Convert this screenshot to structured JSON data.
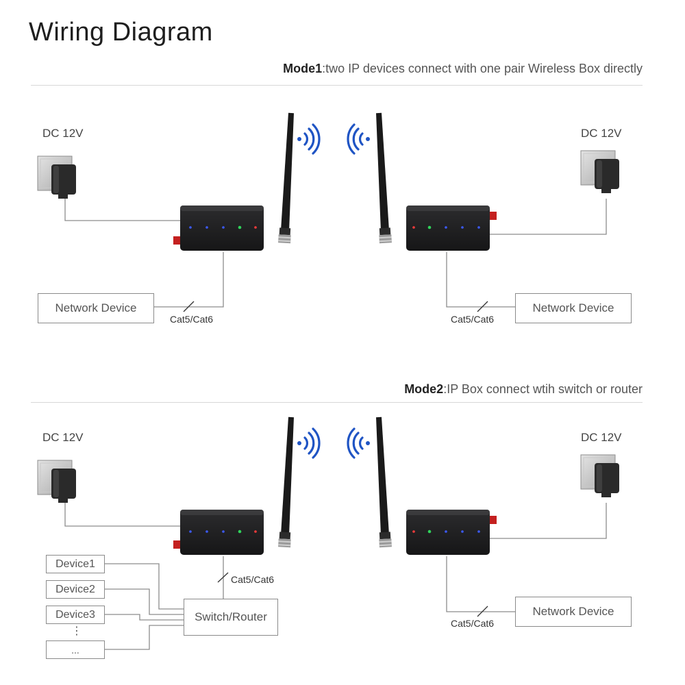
{
  "title": "Wiring Diagram",
  "mode1": {
    "name": "Mode1",
    "description": ":two IP devices connect with one pair Wireless Box directly",
    "left_power": "DC 12V",
    "right_power": "DC 12V",
    "left_device": "Network Device",
    "right_device": "Network Device",
    "left_cable": "Cat5/Cat6",
    "right_cable": "Cat5/Cat6"
  },
  "mode2": {
    "name": "Mode2",
    "description": ":IP Box connect wtih switch or router",
    "left_power": "DC 12V",
    "right_power": "DC 12V",
    "devices": [
      "Device1",
      "Device2",
      "Device3"
    ],
    "ellipsis_vertical": "⋮",
    "ellipsis_box": "...",
    "switch": "Switch/Router",
    "right_device": "Network Device",
    "left_cable": "Cat5/Cat6",
    "right_cable": "Cat5/Cat6"
  },
  "colors": {
    "wave": "#1f54c4",
    "box_body": "#1e1e1f",
    "antenna": "#1a1a1a",
    "connector_red": "#c4201f",
    "led_blue": "#3c5bff",
    "led_green": "#2fd35a",
    "led_red": "#ff3b3b",
    "wire": "#8c8c8c"
  }
}
